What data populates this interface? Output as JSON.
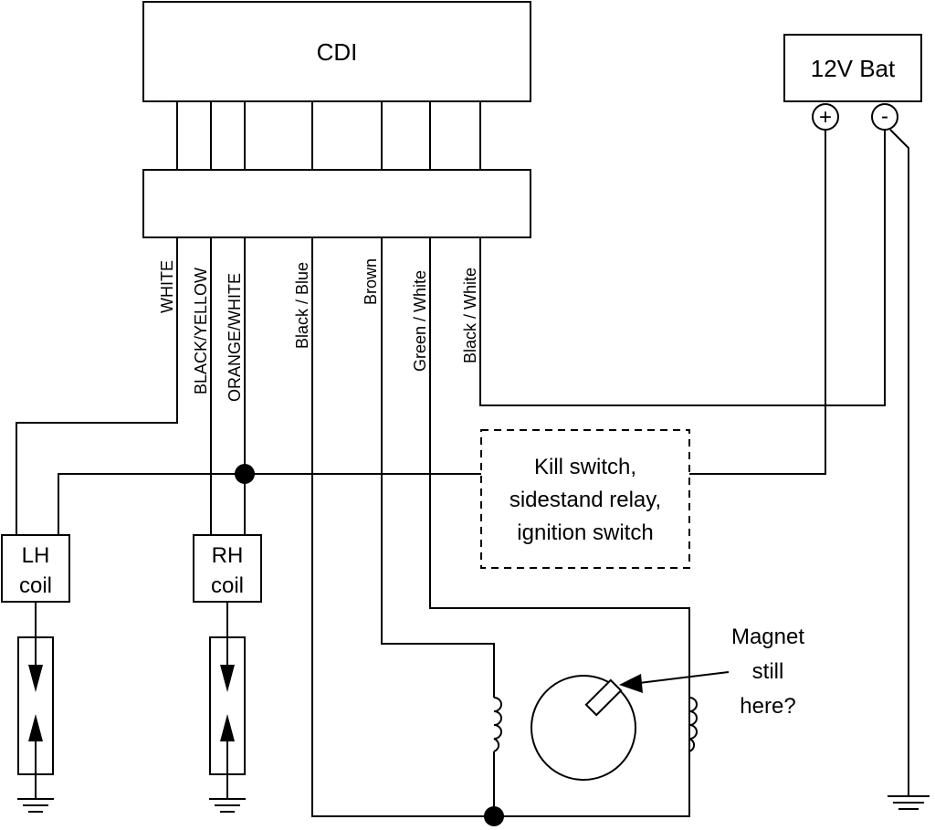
{
  "components": {
    "cdi": "CDI",
    "battery": "12V Bat",
    "battery_positive": "+",
    "battery_negative": "-",
    "lh_coil": [
      "LH",
      "coil"
    ],
    "rh_coil": [
      "RH",
      "coil"
    ],
    "switch_block": [
      "Kill switch,",
      "sidestand relay,",
      "ignition switch"
    ],
    "magnet_note": [
      "Magnet",
      "still",
      "here?"
    ]
  },
  "wires": {
    "white": "WHITE",
    "black_yellow": "BLACK/YELLOW",
    "orange_white": "ORANGE/WHITE",
    "black_blue": "Black / Blue",
    "brown": "Brown",
    "green_white": "Green / White",
    "black_white": "Black / White"
  }
}
